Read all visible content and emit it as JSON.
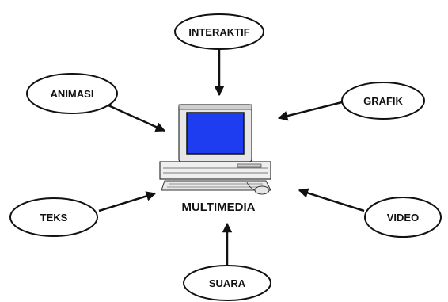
{
  "diagram": {
    "center_label": "MULTIMEDIA",
    "nodes": {
      "interaktif": "INTERAKTIF",
      "animasi": "ANIMASI",
      "grafik": "GRAFIK",
      "teks": "TEKS",
      "video": "VIDEO",
      "suara": "SUARA"
    },
    "screen_color": "#1f3df0"
  }
}
